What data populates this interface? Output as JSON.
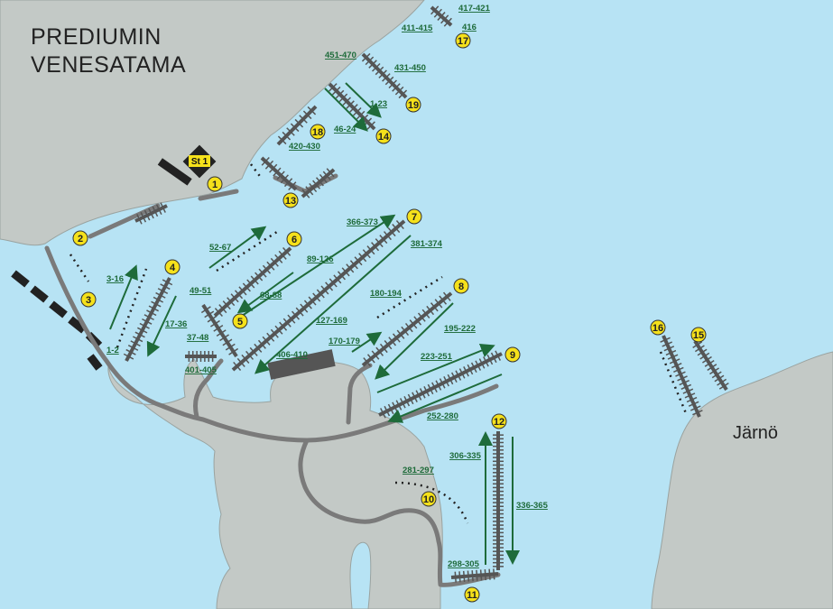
{
  "title": {
    "line1": "PREDIUMIN",
    "line2": "VENESATAMA"
  },
  "place_label": "Järnö",
  "station_label": "St 1",
  "colors": {
    "water": "#b7e3f4",
    "land": "#c3c9c6",
    "road": "#808080",
    "pier": "#555555",
    "marker": "#f5e11b",
    "label": "#1e6b3a"
  },
  "markers": [
    "1",
    "2",
    "3",
    "4",
    "5",
    "6",
    "7",
    "8",
    "9",
    "10",
    "11",
    "12",
    "13",
    "14",
    "15",
    "16",
    "17",
    "18",
    "19"
  ],
  "ranges": [
    "417-421",
    "411-415",
    "416",
    "451-470",
    "431-450",
    "1-23",
    "46-24",
    "420-430",
    "366-373",
    "381-374",
    "52-67",
    "89-126",
    "3-16",
    "180-194",
    "49-51",
    "68-88",
    "127-169",
    "195-222",
    "17-36",
    "37-48",
    "170-179",
    "1-2",
    "406-410",
    "223-251",
    "401-405",
    "252-280",
    "306-335",
    "281-297",
    "336-365",
    "298-305"
  ]
}
